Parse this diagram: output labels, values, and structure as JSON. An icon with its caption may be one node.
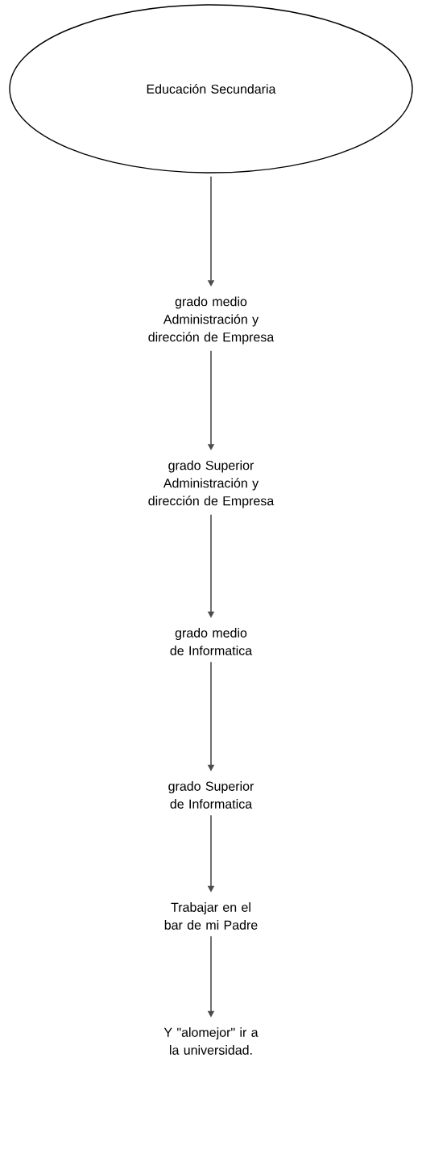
{
  "diagram": {
    "nodes": [
      {
        "text": [
          "Educación Secundaria"
        ]
      },
      {
        "text": [
          "grado medio",
          "Administración y dirección de Empresa"
        ]
      },
      {
        "text": [
          "grado Superior",
          "Administración y dirección de Empresa"
        ]
      },
      {
        "text": [
          "grado medio de Informatica"
        ]
      },
      {
        "text": [
          "grado Superior de Informatica"
        ]
      },
      {
        "text": [
          "Trabajar en el bar de mi Padre"
        ]
      },
      {
        "text": [
          "Y \"alomejor\" ir a la universidad."
        ]
      }
    ],
    "edges": [
      {
        "from": 0,
        "to": 1,
        "arrow": "to"
      },
      {
        "from": 1,
        "to": 2,
        "arrow": "to"
      },
      {
        "from": 2,
        "to": 3,
        "arrow": "to"
      },
      {
        "from": 3,
        "to": 4,
        "arrow": "to"
      },
      {
        "from": 4,
        "to": 5,
        "arrow": "to"
      },
      {
        "from": 5,
        "to": 6,
        "arrow": "to"
      }
    ]
  }
}
